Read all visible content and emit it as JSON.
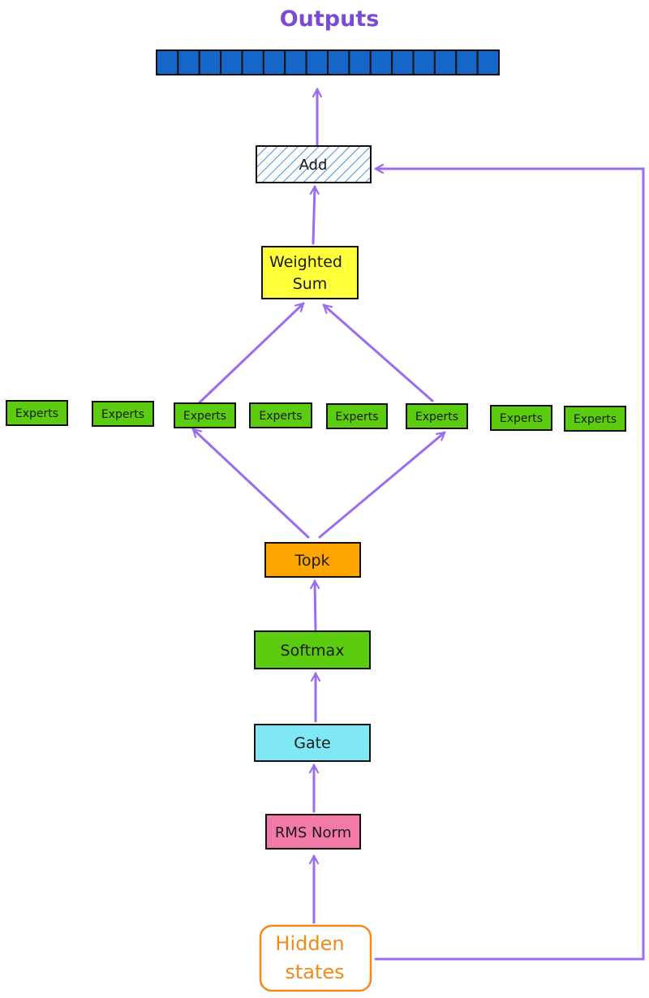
{
  "title": "Outputs",
  "output_cells": 16,
  "nodes": {
    "add": {
      "label": "Add"
    },
    "weighted_sum": {
      "line1": "Weighted",
      "line2": "Sum"
    },
    "topk": {
      "label": "Topk"
    },
    "softmax": {
      "label": "Softmax"
    },
    "gate": {
      "label": "Gate"
    },
    "rms_norm": {
      "label": "RMS Norm"
    },
    "hidden_states": {
      "line1": "Hidden",
      "line2": "states"
    }
  },
  "experts": [
    "Experts",
    "Experts",
    "Experts",
    "Experts",
    "Experts",
    "Experts",
    "Experts",
    "Experts"
  ],
  "colors": {
    "arrow": "#9b6cf0",
    "output_cell": "#1466c8",
    "add_hatch": "#4a90d6",
    "weighted_sum": "#ffff3a",
    "experts": "#5ccc10",
    "topk": "#ffa500",
    "softmax": "#5ccc10",
    "gate": "#80e8f5",
    "rms_norm": "#f279a8",
    "hidden_states_border": "#f08a1c",
    "title": "#7b4bd6"
  }
}
